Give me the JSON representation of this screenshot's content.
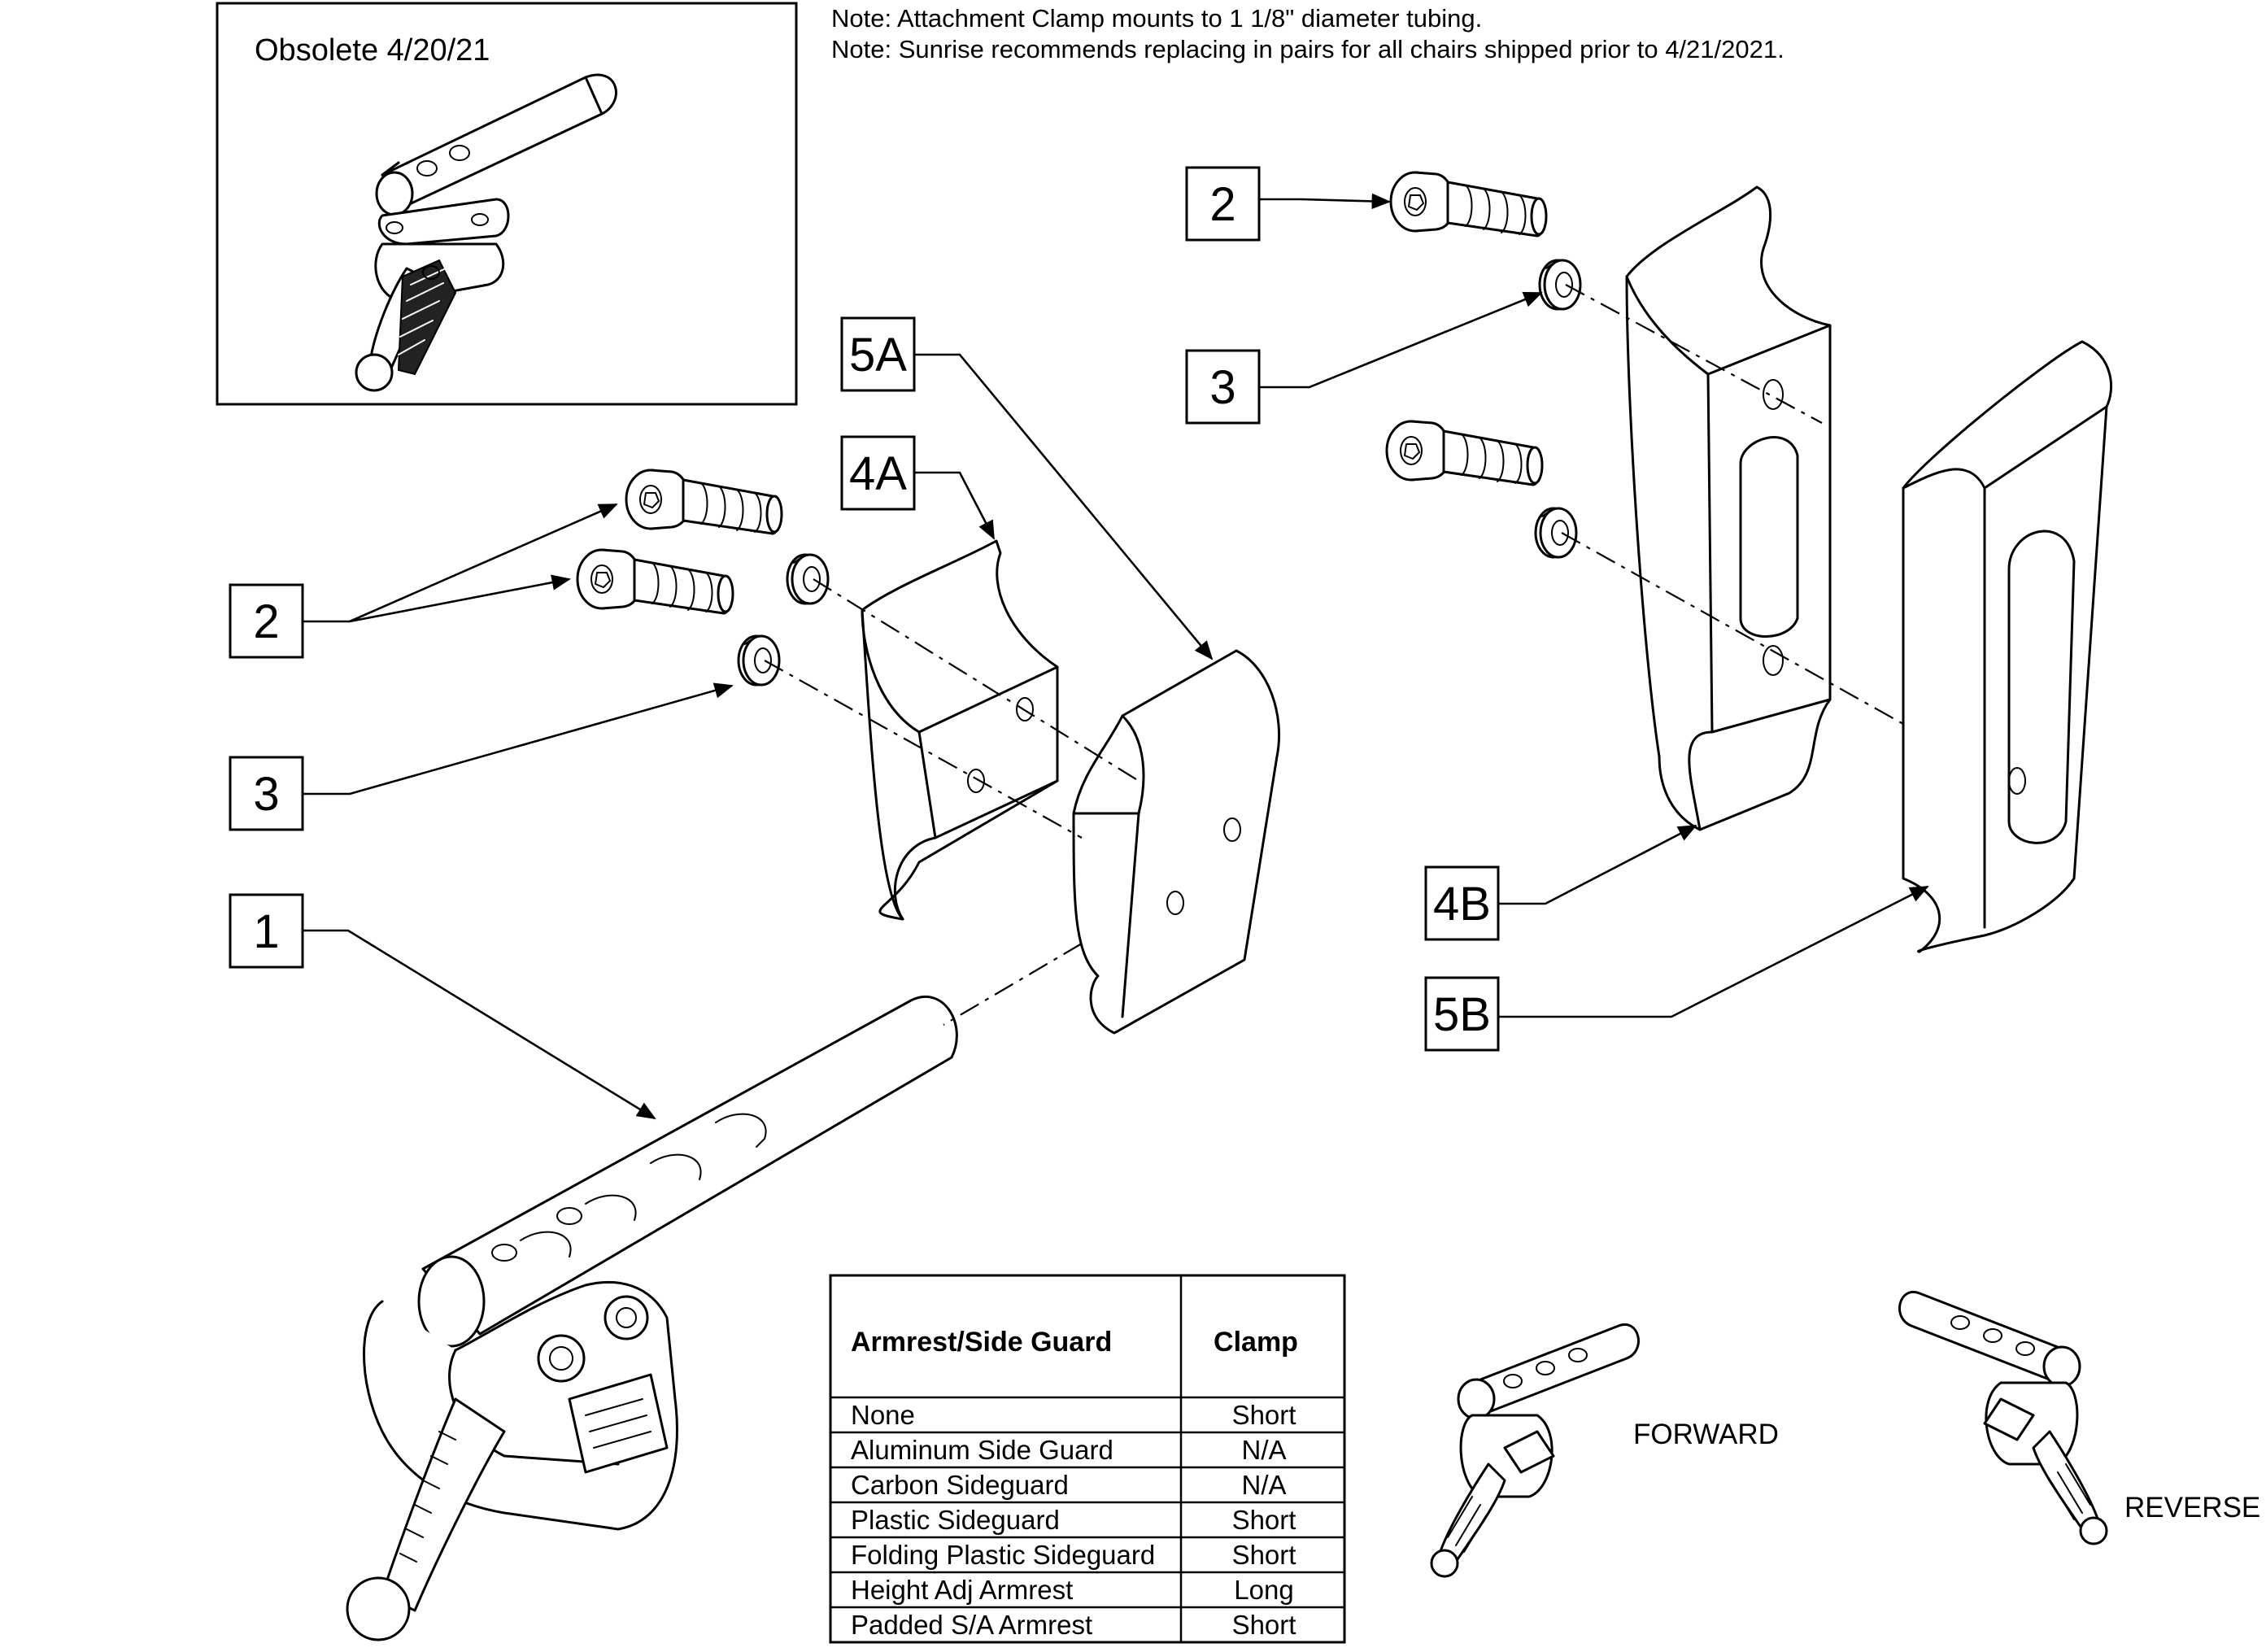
{
  "notes": [
    "Note: Attachment Clamp mounts to 1 1/8\" diameter tubing.",
    "Note: Sunrise recommends replacing in pairs for all chairs shipped prior to 4/21/2021."
  ],
  "inset": {
    "label": "Obsolete 4/20/21"
  },
  "callouts": {
    "c1": "1",
    "c2_left": "2",
    "c3_left": "3",
    "c4a": "4A",
    "c5a": "5A",
    "c2_right": "2",
    "c3_right": "3",
    "c4b": "4B",
    "c5b": "5B"
  },
  "orientation_labels": {
    "forward": "FORWARD",
    "reverse": "REVERSE"
  },
  "table": {
    "headers": [
      "Armrest/Side Guard",
      "Clamp"
    ],
    "rows": [
      {
        "armrest": "None",
        "clamp": "Short"
      },
      {
        "armrest": "Aluminum Side Guard",
        "clamp": "N/A"
      },
      {
        "armrest": "Carbon Sideguard",
        "clamp": "N/A"
      },
      {
        "armrest": "Plastic Sideguard",
        "clamp": "Short"
      },
      {
        "armrest": "Folding Plastic Sideguard",
        "clamp": "Short"
      },
      {
        "armrest": "Height Adj Armrest",
        "clamp": "Long"
      },
      {
        "armrest": "Padded S/A Armrest",
        "clamp": "Short"
      }
    ]
  }
}
